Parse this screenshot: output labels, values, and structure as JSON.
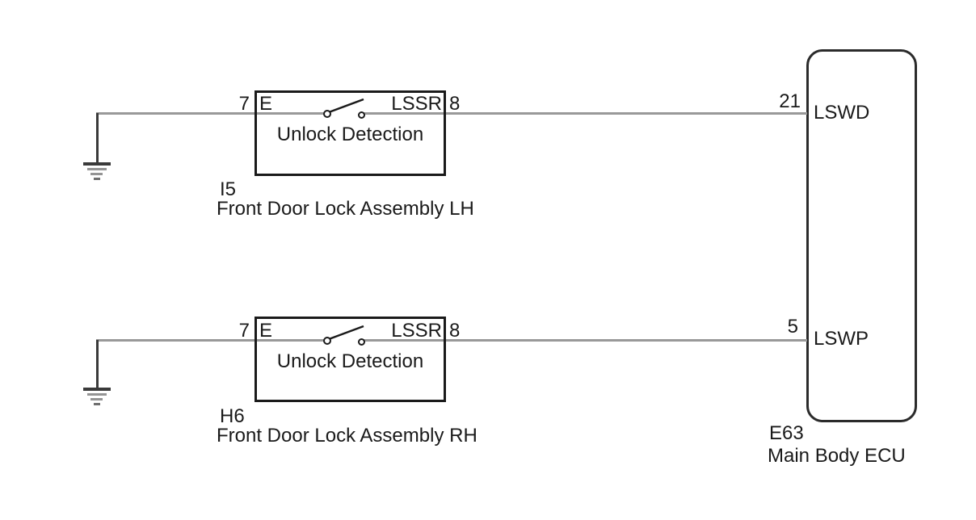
{
  "diagram": {
    "type": "wiring-diagram",
    "switches": [
      {
        "component_id": "I5",
        "component_name": "Front Door Lock Assembly LH",
        "pin_left": "7",
        "terminal_left": "E",
        "terminal_right": "LSSR",
        "pin_right": "8",
        "switch_function": "Unlock Detection",
        "switch_state": "open",
        "connects_to_ecu_pin": "21"
      },
      {
        "component_id": "H6",
        "component_name": "Front Door Lock Assembly RH",
        "pin_left": "7",
        "terminal_left": "E",
        "terminal_right": "LSSR",
        "pin_right": "8",
        "switch_function": "Unlock Detection",
        "switch_state": "open",
        "connects_to_ecu_pin": "5"
      }
    ],
    "ecu": {
      "component_id": "E63",
      "component_name": "Main Body ECU",
      "pins": [
        {
          "number": "21",
          "terminal": "LSWD"
        },
        {
          "number": "5",
          "terminal": "LSWP"
        }
      ]
    },
    "grounds": [
      {
        "attached_to": "circuit of I5"
      },
      {
        "attached_to": "circuit of H6"
      }
    ],
    "colors": {
      "wire": "#999999",
      "outline": "#1a1a1a",
      "ecu_outline": "#2b2b2b",
      "text": "#1a1a1a",
      "background": "#ffffff"
    }
  }
}
